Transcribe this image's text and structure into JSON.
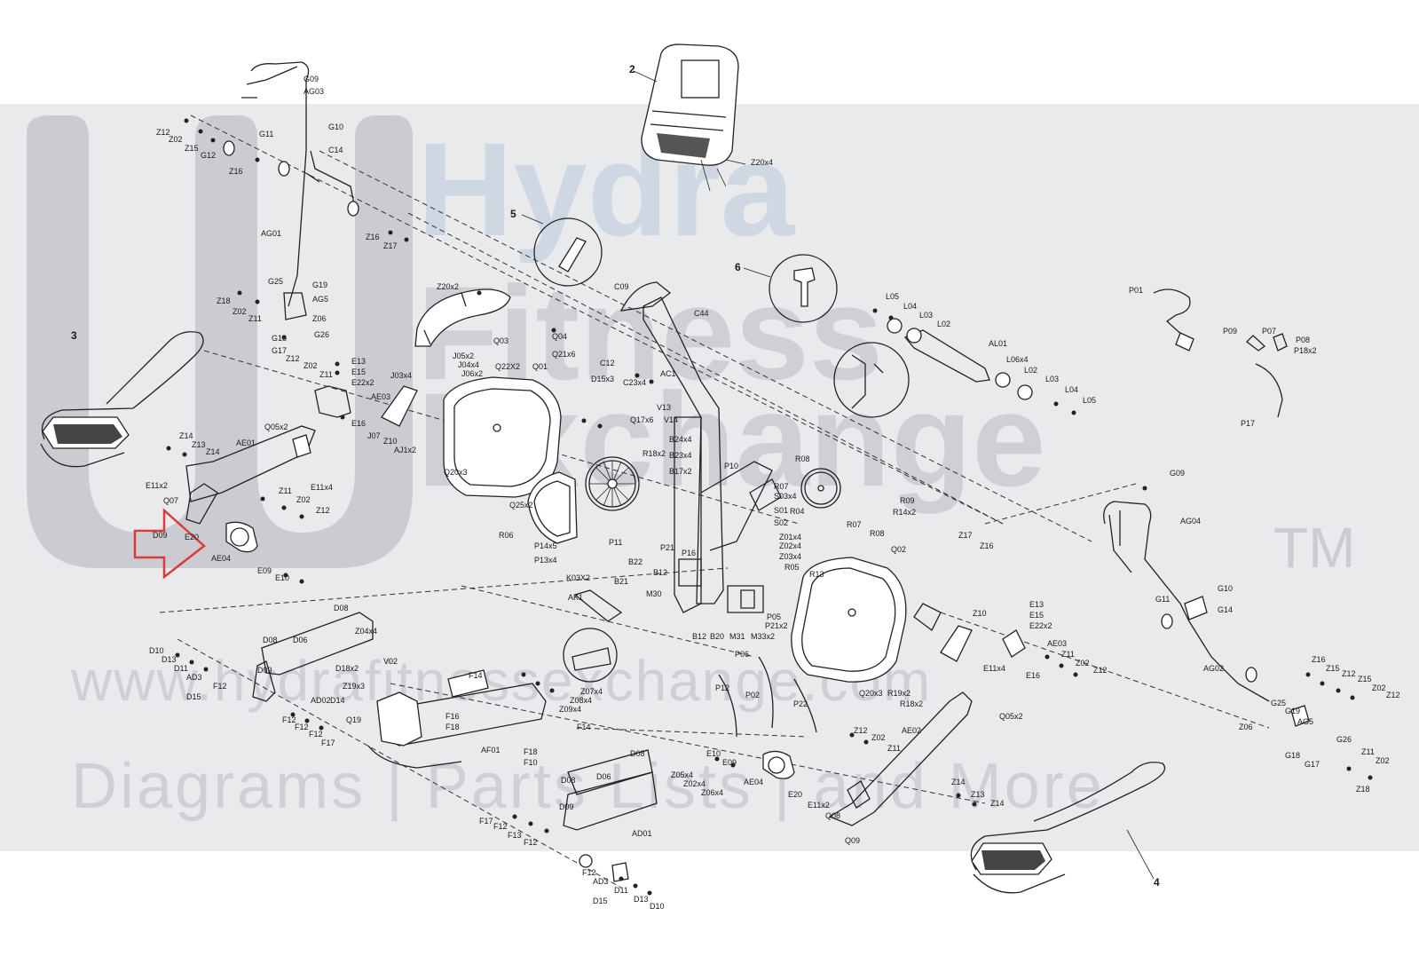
{
  "watermark": {
    "brand_line1": "Hydra",
    "brand_line2": "Fitness",
    "brand_line3": "Exchange",
    "trademark": "TM",
    "url": "www.hydrafitnessexchange.com",
    "tagline": "Diagrams | Parts Lists | and More"
  },
  "callout_arrow_color": "#d93a3a",
  "assembly_numbers": [
    "2",
    "3",
    "4",
    "5",
    "6"
  ],
  "part_labels": {
    "handlebar_left": [
      "G09",
      "AG03",
      "G10",
      "G11",
      "C14",
      "Z12",
      "Z02",
      "Z15",
      "G12",
      "Z16",
      "AG01",
      "Z16",
      "Z17",
      "G25",
      "G19",
      "AG5",
      "Z06",
      "Z18",
      "Z02",
      "Z11",
      "G18",
      "G26",
      "G17"
    ],
    "pedal_arm_left": [
      "Z12",
      "Z02",
      "E13",
      "E15",
      "E22x2",
      "Z11",
      "AE03",
      "E16",
      "J03x4",
      "J07",
      "Z10",
      "AJ1x2",
      "Q05x2",
      "AE01",
      "Z14",
      "Z13",
      "Z14",
      "E11x2",
      "Q07",
      "E11x4",
      "Z11",
      "Z02",
      "Z12",
      "D09",
      "E20",
      "AE04",
      "E09",
      "E10"
    ],
    "console": [
      "Z20x4"
    ],
    "center_frame": [
      "Z20x2",
      "Q03",
      "Q04",
      "J05x2",
      "J04x4",
      "J06x2",
      "Q22X2",
      "Q01",
      "Q21x6",
      "D15x3",
      "C12",
      "C23x4",
      "AC1",
      "Q17x6",
      "V13",
      "V14",
      "C09",
      "C44",
      "Q20x3",
      "Q25x2",
      "R06",
      "R18x2",
      "P14x5",
      "P13x4",
      "P11",
      "K03X2",
      "B22",
      "B21",
      "B12",
      "AK1",
      "M30",
      "B24x4",
      "B23x4",
      "B17x2",
      "P10",
      "R08",
      "R07",
      "S03x4",
      "S01",
      "S02",
      "R04",
      "Z01x4",
      "Z02x4",
      "Z03x4",
      "R05",
      "R13",
      "P21",
      "P16",
      "P05",
      "P21x2",
      "M33x2",
      "B12",
      "B20",
      "M31",
      "R09",
      "R14x2",
      "R07",
      "R08",
      "Z17",
      "Z16",
      "Q02"
    ],
    "crank_right": [
      "L05",
      "L04",
      "L03",
      "L02",
      "AL01",
      "L06x4",
      "L02",
      "L03",
      "L04",
      "L05"
    ],
    "power": [
      "P01",
      "P09",
      "P07",
      "P08",
      "P18x2",
      "P17"
    ],
    "handlebar_right": [
      "G09",
      "AG04",
      "G11",
      "G10",
      "G14",
      "AG02",
      "Z16",
      "Z15",
      "Z12",
      "Z15",
      "Z02",
      "Z12",
      "G25",
      "G19",
      "AG5",
      "Z06",
      "G18",
      "G17",
      "G26",
      "Z11",
      "Z02",
      "Z18"
    ],
    "base": [
      "D08",
      "D08",
      "D06",
      "Z04x4",
      "D10",
      "D13",
      "D11",
      "AD3",
      "D15",
      "F12",
      "D09",
      "D18x2",
      "V02",
      "Z19x3",
      "AD02",
      "D14",
      "F12",
      "F12",
      "F12",
      "F17",
      "Q19",
      "F14",
      "F16",
      "F18",
      "Z07x4",
      "Z08x4",
      "Z09x4",
      "AF01",
      "F14",
      "F18",
      "F10",
      "P12",
      "P02",
      "P22",
      "P06"
    ],
    "pedal_arm_right": [
      "Z10",
      "E13",
      "E15",
      "E22x2",
      "AE03",
      "Z11",
      "Z02",
      "Z12",
      "E11x4",
      "E16",
      "Q20x3",
      "R19x2",
      "R18x2",
      "Q05x2",
      "Z12",
      "Z02",
      "Z11",
      "AE02",
      "E10",
      "E09",
      "AE04",
      "E20",
      "E11x2",
      "Q08",
      "Q09",
      "Z14",
      "Z13",
      "Z14"
    ],
    "base_front": [
      "D08",
      "D06",
      "D08",
      "D09",
      "Z05x4",
      "Z02x4",
      "Z06x4",
      "F17",
      "F12",
      "F13",
      "F12",
      "AD01",
      "F12",
      "AD3",
      "D11",
      "D13",
      "D15",
      "D10"
    ]
  }
}
